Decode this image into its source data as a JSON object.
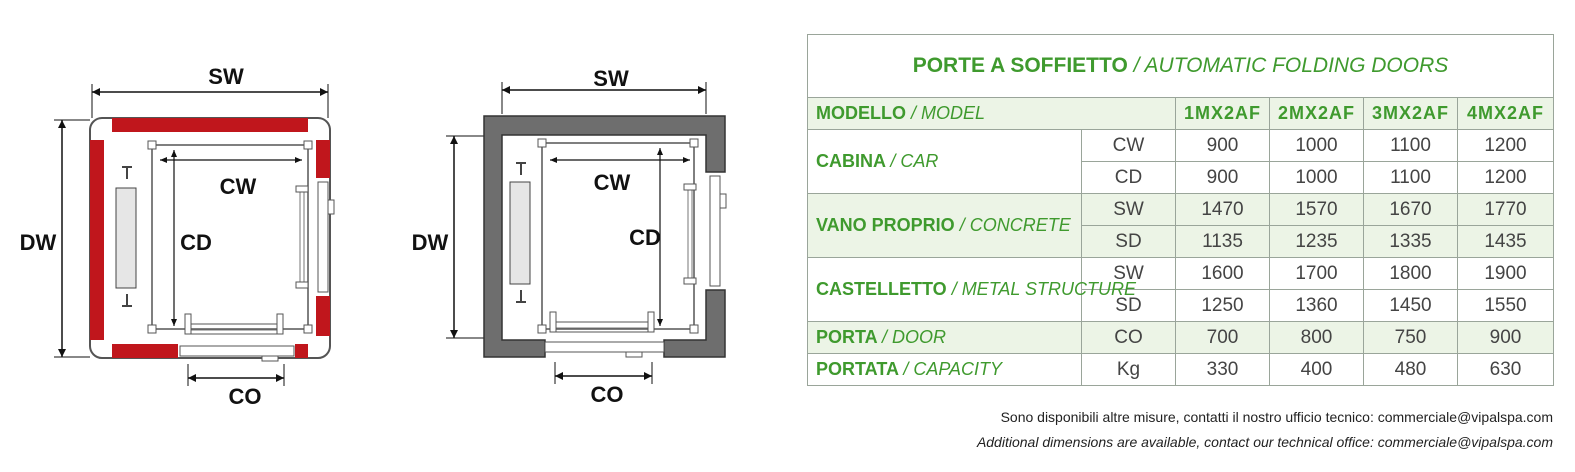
{
  "diagrams": [
    {
      "variant": "metal-structure",
      "labels": {
        "sw": "SW",
        "dw": "DW",
        "cw": "CW",
        "cd": "CD",
        "co": "CO"
      },
      "colors": {
        "wall": "#c0161c",
        "frame": "#555555"
      }
    },
    {
      "variant": "concrete",
      "labels": {
        "sw": "SW",
        "dw": "DW",
        "cw": "CW",
        "cd": "CD",
        "co": "CO"
      },
      "colors": {
        "wall": "#6e6e6e",
        "frame": "#333333"
      }
    }
  ],
  "table": {
    "title": {
      "main": "PORTE A SOFFIETTO",
      "sub": "/ AUTOMATIC FOLDING DOORS"
    },
    "model_row": {
      "main": "MODELLO",
      "sub": "/ MODEL"
    },
    "models": [
      "1MX2AF",
      "2MX2AF",
      "3MX2AF",
      "4MX2AF"
    ],
    "groups": [
      {
        "main": "CABINA",
        "sub": "/ CAR",
        "shade": "white",
        "rows": [
          {
            "code": "CW",
            "values": [
              "900",
              "1000",
              "1100",
              "1200"
            ]
          },
          {
            "code": "CD",
            "values": [
              "900",
              "1000",
              "1100",
              "1200"
            ]
          }
        ]
      },
      {
        "main": "VANO PROPRIO",
        "sub": "/ CONCRETE",
        "shade": "green",
        "rows": [
          {
            "code": "SW",
            "values": [
              "1470",
              "1570",
              "1670",
              "1770"
            ]
          },
          {
            "code": "SD",
            "values": [
              "1135",
              "1235",
              "1335",
              "1435"
            ]
          }
        ]
      },
      {
        "main": "CASTELLETTO",
        "sub": "/ METAL STRUCTURE",
        "shade": "white",
        "rows": [
          {
            "code": "SW",
            "values": [
              "1600",
              "1700",
              "1800",
              "1900"
            ]
          },
          {
            "code": "SD",
            "values": [
              "1250",
              "1360",
              "1450",
              "1550"
            ]
          }
        ]
      },
      {
        "main": "PORTA",
        "sub": "/ DOOR",
        "shade": "green",
        "rows": [
          {
            "code": "CO",
            "values": [
              "700",
              "800",
              "750",
              "900"
            ]
          }
        ]
      },
      {
        "main": "PORTATA",
        "sub": "/ CAPACITY",
        "shade": "white",
        "rows": [
          {
            "code": "Kg",
            "values": [
              "330",
              "400",
              "480",
              "630"
            ]
          }
        ]
      }
    ]
  },
  "notes": {
    "it": "Sono disponibili altre misure, contatti il nostro ufficio tecnico: commerciale@vipalspa.com",
    "en": "Additional dimensions are available, contact our technical office: commerciale@vipalspa.com"
  },
  "colors": {
    "accent_green": "#3f9a2e",
    "row_green": "#ecf4e6"
  }
}
